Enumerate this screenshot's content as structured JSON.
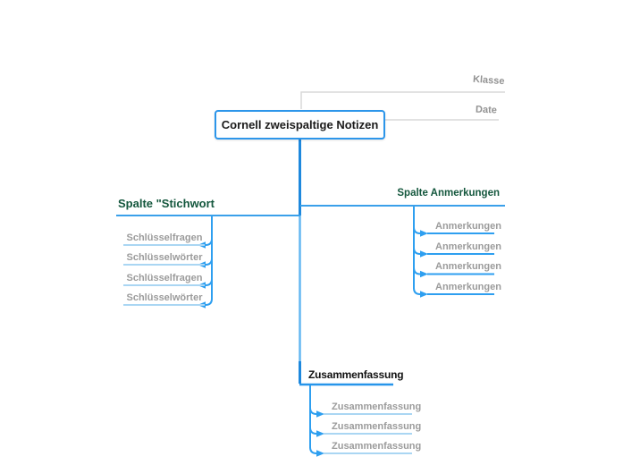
{
  "app": {
    "type": "mind-map-canvas",
    "title": "Cornell zweispaltige Notizen"
  },
  "colors": {
    "accent_strong": "#1e88dd",
    "accent": "#2e9ff0",
    "accent_light": "#aad6f3",
    "branch_line": "#3aa0ea",
    "gray_line": "#d9d9d9",
    "gray_text": "#929292",
    "green_header_text": "#14573d",
    "node_border": "#2b95ea",
    "node_text": "#1a1a1a"
  },
  "root": {
    "label": "Cornell zweispaltige Notizen"
  },
  "nodes": {
    "klasse": {
      "label": "Klasse"
    },
    "date": {
      "label": "Date"
    },
    "stichwort": {
      "label": "Spalte \"Stichwort",
      "children": [
        "Schlüsselfragen",
        "Schlüsselwörter",
        "Schlüsselfragen",
        "Schlüsselwörter"
      ]
    },
    "anmerkungen": {
      "label": "Spalte Anmerkungen",
      "children": [
        "Anmerkungen",
        "Anmerkungen",
        "Anmerkungen",
        "Anmerkungen"
      ]
    },
    "zusammenfassung": {
      "label": "Zusammenfassung",
      "children": [
        "Zusammenfassung",
        "Zusammenfassung",
        "Zusammenfassung"
      ]
    }
  }
}
